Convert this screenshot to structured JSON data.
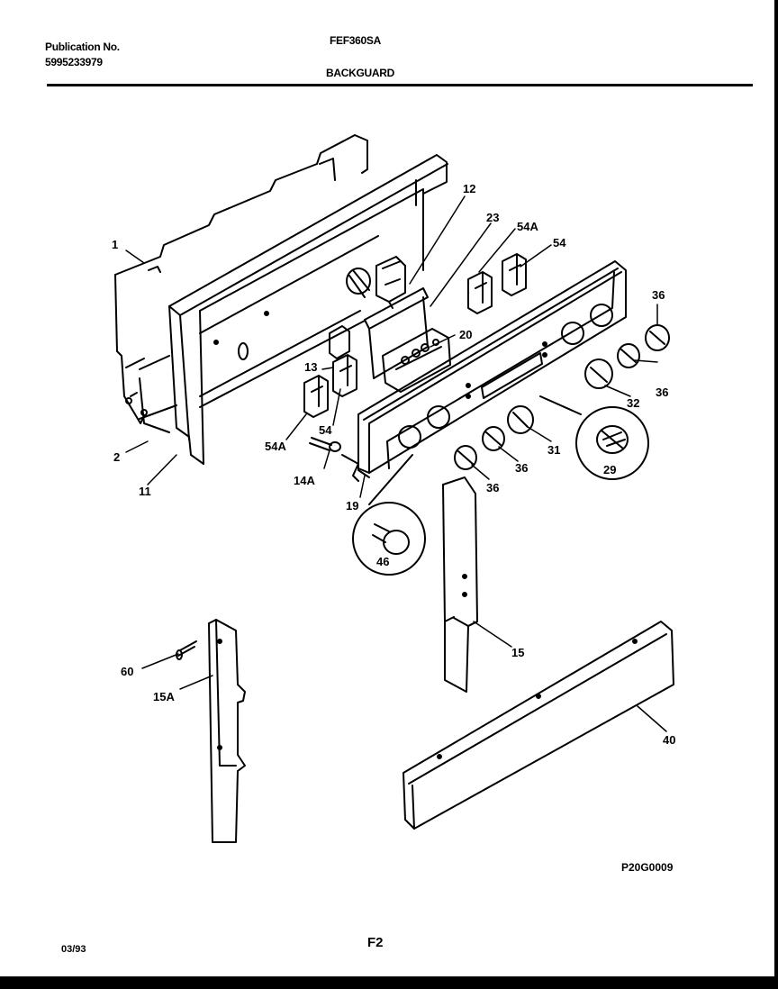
{
  "header": {
    "publication_label": "Publication No.",
    "publication_number": "5995233979",
    "model": "FEF360SA",
    "section": "BACKGUARD"
  },
  "callouts": {
    "c1": "1",
    "c2": "2",
    "c11": "11",
    "c12": "12",
    "c13": "13",
    "c14a": "14A",
    "c15": "15",
    "c15a": "15A",
    "c19": "19",
    "c20": "20",
    "c23": "23",
    "c29": "29",
    "c31": "31",
    "c32": "32",
    "c36a": "36",
    "c36b": "36",
    "c36c": "36",
    "c36d": "36",
    "c40": "40",
    "c46": "46",
    "c54a": "54",
    "c54b": "54",
    "c54aa": "54A",
    "c54ab": "54A",
    "c60": "60"
  },
  "footer": {
    "drawing_id": "P20G0009",
    "date": "03/93",
    "page": "F2"
  }
}
